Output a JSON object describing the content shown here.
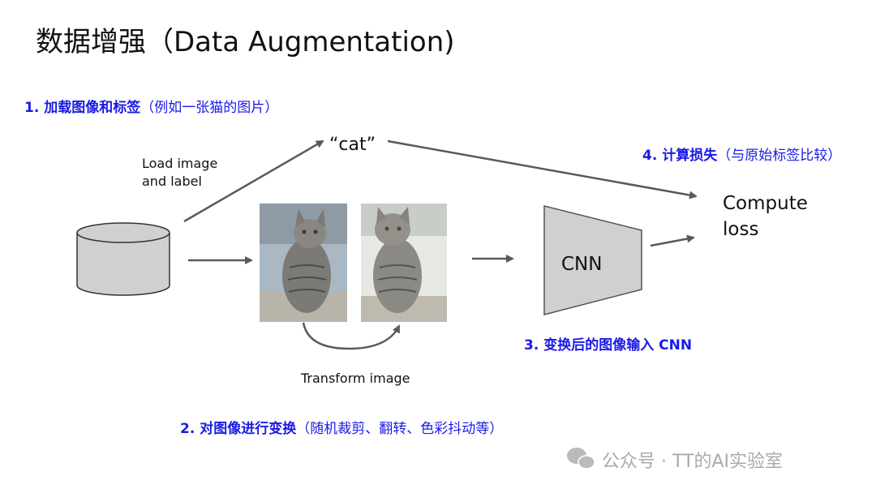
{
  "title": "数据增强（Data Augmentation)",
  "steps": {
    "s1_main": "1. 加载图像和标签",
    "s1_note": "（例如一张猫的图片）",
    "s2_main": "2. 对图像进行变换",
    "s2_note": "（随机裁剪、翻转、色彩抖动等）",
    "s3_main": "3. 变换后的图像输入 CNN",
    "s4_main": "4. 计算损失",
    "s4_note": "（与原始标签比较）"
  },
  "labels": {
    "load_line1": "Load image",
    "load_line2": "and label",
    "cat": "“cat”",
    "transform": "Transform image",
    "cnn": "CNN",
    "compute_line1": "Compute",
    "compute_line2": "loss"
  },
  "watermark": "公众号 · TT的AI实验室",
  "colors": {
    "accent": "#1a1ae6",
    "arrow": "#595959",
    "shape_fill": "#d0d0d0"
  }
}
